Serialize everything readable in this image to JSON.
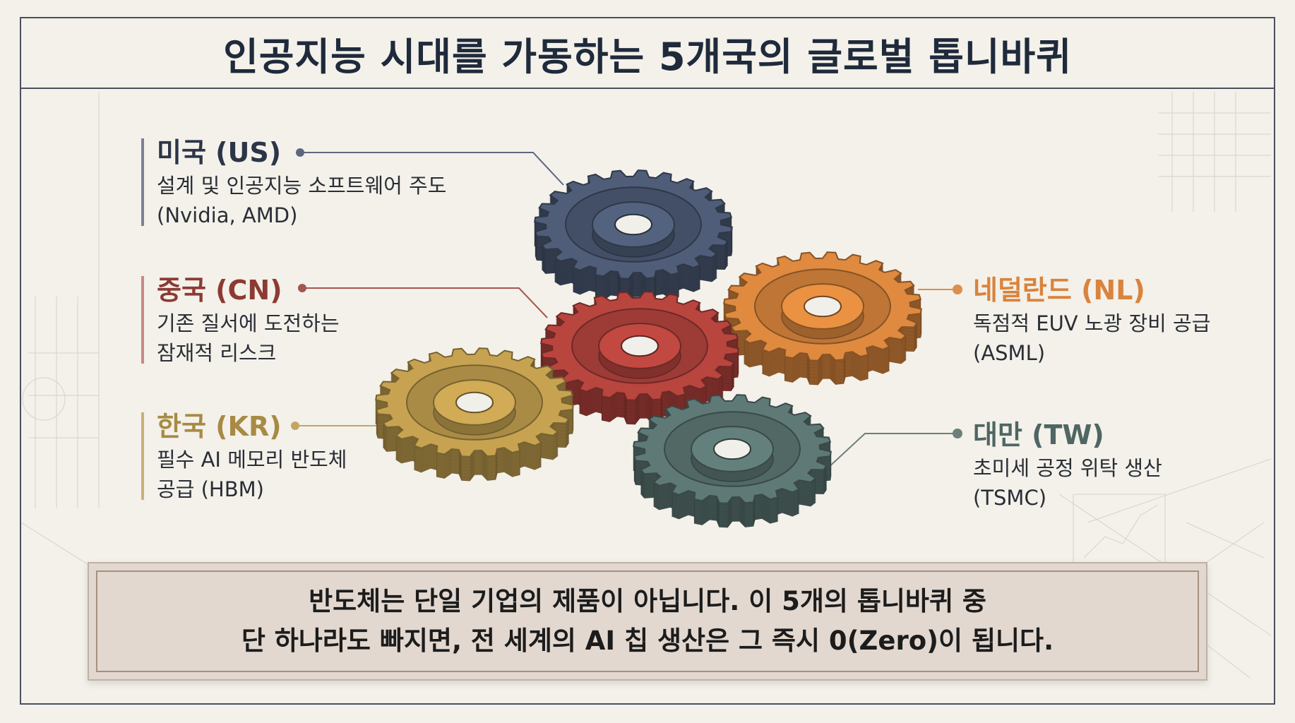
{
  "title": "인공지능 시대를 가동하는 5개국의 글로벌 톱니바퀴",
  "countries": {
    "us": {
      "name": "미국 (US)",
      "desc1": "설계 및 인공지능 소프트웨어 주도",
      "desc2": "(Nvidia, AMD)",
      "color": "#4f5d78"
    },
    "cn": {
      "name": "중국 (CN)",
      "desc1": "기존 질서에 도전하는",
      "desc2": "잠재적 리스크",
      "color": "#b9453f"
    },
    "kr": {
      "name": "한국 (KR)",
      "desc1": "필수 AI 메모리 반도체",
      "desc2": "공급 (HBM)",
      "color": "#c7a351"
    },
    "nl": {
      "name": "네덜란드 (NL)",
      "desc1": "독점적 EUV 노광 장비 공급",
      "desc2": "(ASML)",
      "color": "#e08a3f"
    },
    "tw": {
      "name": "대만 (TW)",
      "desc1": "초미세 공정 위탁 생산",
      "desc2": "(TSMC)",
      "color": "#5f7a76"
    }
  },
  "bottom": {
    "line1": "반도체는 단일 기업의 제품이 아닙니다. 이 5개의 톱니바퀴 중",
    "line2": "단 하나라도 빠지면, 전 세계의 AI 칩 생산은 그 즉시 0(Zero)이 됩니다."
  }
}
